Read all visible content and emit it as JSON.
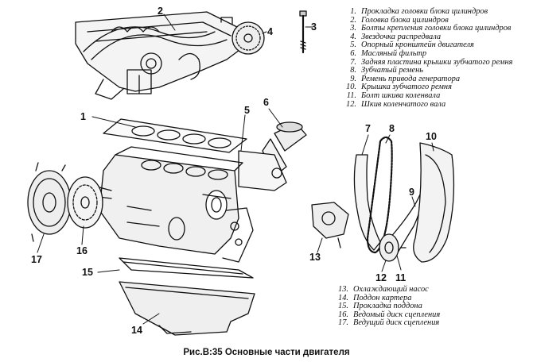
{
  "legend_top": [
    {
      "n": "1.",
      "text": "Прокладка головки блока цилиндров"
    },
    {
      "n": "2.",
      "text": "Головка блока цилиндров"
    },
    {
      "n": "3.",
      "text": "Болты крепления головки блока цилиндров"
    },
    {
      "n": "4.",
      "text": "Звездочка распредвала"
    },
    {
      "n": "5.",
      "text": "Опорный кронштейн двигателя"
    },
    {
      "n": "6.",
      "text": "Масляный фильтр"
    },
    {
      "n": "7.",
      "text": "Задняя пластина крышки зубчатого ремня"
    },
    {
      "n": "8.",
      "text": "Зубчатый ремень"
    },
    {
      "n": "9.",
      "text": "Ремень привода генератора"
    },
    {
      "n": "10.",
      "text": "Крышка зубчатого ремня"
    },
    {
      "n": "11.",
      "text": "Болт шкива коленвала"
    },
    {
      "n": "12.",
      "text": "Шкив коленчатого вала"
    }
  ],
  "legend_bottom": [
    {
      "n": "13.",
      "text": "Охлаждающий насос"
    },
    {
      "n": "14.",
      "text": "Поддон картера"
    },
    {
      "n": "15.",
      "text": "Прокладка поддона"
    },
    {
      "n": "16.",
      "text": "Ведомый диск сцепления"
    },
    {
      "n": "17.",
      "text": "Ведущий диск сцепления"
    }
  ],
  "callouts": [
    "1",
    "2",
    "3",
    "4",
    "5",
    "6",
    "7",
    "8",
    "9",
    "10",
    "11",
    "12",
    "13",
    "14",
    "15",
    "16",
    "17"
  ],
  "caption": "Рис.В:35 Основные части двигателя"
}
